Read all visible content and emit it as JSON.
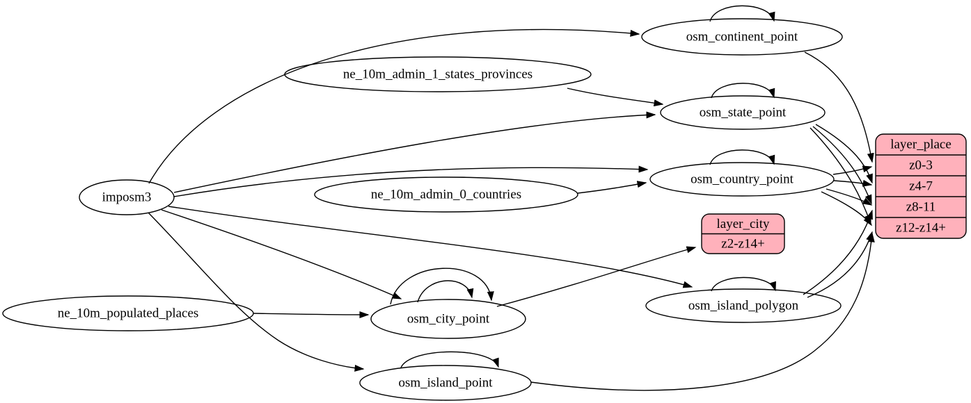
{
  "diagram": {
    "type": "etl-flow-graph",
    "colors": {
      "background": "#ffffff",
      "ellipse_fill": "#ffffff",
      "record_fill": "#ffb1bb",
      "stroke": "#000000",
      "text": "#000000"
    },
    "nodes": [
      {
        "id": "imposm3",
        "shape": "ellipse",
        "label": "imposm3"
      },
      {
        "id": "ne_10m_admin_1_states_provinces",
        "shape": "ellipse",
        "label": "ne_10m_admin_1_states_provinces"
      },
      {
        "id": "ne_10m_admin_0_countries",
        "shape": "ellipse",
        "label": "ne_10m_admin_0_countries"
      },
      {
        "id": "ne_10m_populated_places",
        "shape": "ellipse",
        "label": "ne_10m_populated_places"
      },
      {
        "id": "osm_continent_point",
        "shape": "ellipse",
        "label": "osm_continent_point"
      },
      {
        "id": "osm_state_point",
        "shape": "ellipse",
        "label": "osm_state_point"
      },
      {
        "id": "osm_country_point",
        "shape": "ellipse",
        "label": "osm_country_point"
      },
      {
        "id": "osm_city_point",
        "shape": "ellipse",
        "label": "osm_city_point"
      },
      {
        "id": "osm_island_polygon",
        "shape": "ellipse",
        "label": "osm_island_polygon"
      },
      {
        "id": "osm_island_point",
        "shape": "ellipse",
        "label": "osm_island_point"
      },
      {
        "id": "layer_place",
        "shape": "record",
        "title": "layer_place",
        "rows": [
          "z0-3",
          "z4-7",
          "z8-11",
          "z12-z14+"
        ]
      },
      {
        "id": "layer_city",
        "shape": "record",
        "title": "layer_city",
        "rows": [
          "z2-z14+"
        ]
      }
    ],
    "edges": [
      {
        "from": "imposm3",
        "to": "osm_continent_point"
      },
      {
        "from": "imposm3",
        "to": "osm_state_point"
      },
      {
        "from": "imposm3",
        "to": "osm_country_point"
      },
      {
        "from": "imposm3",
        "to": "osm_city_point"
      },
      {
        "from": "imposm3",
        "to": "osm_island_polygon"
      },
      {
        "from": "imposm3",
        "to": "osm_island_point"
      },
      {
        "from": "ne_10m_admin_1_states_provinces",
        "to": "osm_state_point"
      },
      {
        "from": "ne_10m_admin_0_countries",
        "to": "osm_country_point"
      },
      {
        "from": "ne_10m_populated_places",
        "to": "osm_city_point"
      },
      {
        "from": "osm_city_point",
        "to": "layer_city",
        "port": "z2-z14+"
      },
      {
        "from": "osm_continent_point",
        "to": "layer_place",
        "port": "z0-3"
      },
      {
        "from": "osm_country_point",
        "to": "layer_place",
        "port": "z0-3"
      },
      {
        "from": "osm_country_point",
        "to": "layer_place",
        "port": "z4-7"
      },
      {
        "from": "osm_country_point",
        "to": "layer_place",
        "port": "z8-11"
      },
      {
        "from": "osm_country_point",
        "to": "layer_place",
        "port": "z12-z14+"
      },
      {
        "from": "osm_state_point",
        "to": "layer_place",
        "port": "z4-7"
      },
      {
        "from": "osm_state_point",
        "to": "layer_place",
        "port": "z8-11"
      },
      {
        "from": "osm_state_point",
        "to": "layer_place",
        "port": "z12-z14+"
      },
      {
        "from": "osm_island_polygon",
        "to": "layer_place",
        "port": "z8-11"
      },
      {
        "from": "osm_island_polygon",
        "to": "layer_place",
        "port": "z12-z14+"
      },
      {
        "from": "osm_island_point",
        "to": "layer_place",
        "port": "z12-z14+"
      },
      {
        "from": "osm_continent_point",
        "to": "osm_continent_point",
        "self": true
      },
      {
        "from": "osm_state_point",
        "to": "osm_state_point",
        "self": true
      },
      {
        "from": "osm_country_point",
        "to": "osm_country_point",
        "self": true
      },
      {
        "from": "osm_city_point",
        "to": "osm_city_point",
        "self": true,
        "variant": "outer"
      },
      {
        "from": "osm_city_point",
        "to": "osm_city_point",
        "self": true,
        "variant": "inner"
      },
      {
        "from": "osm_island_polygon",
        "to": "osm_island_polygon",
        "self": true
      },
      {
        "from": "osm_island_point",
        "to": "osm_island_point",
        "self": true
      }
    ]
  }
}
